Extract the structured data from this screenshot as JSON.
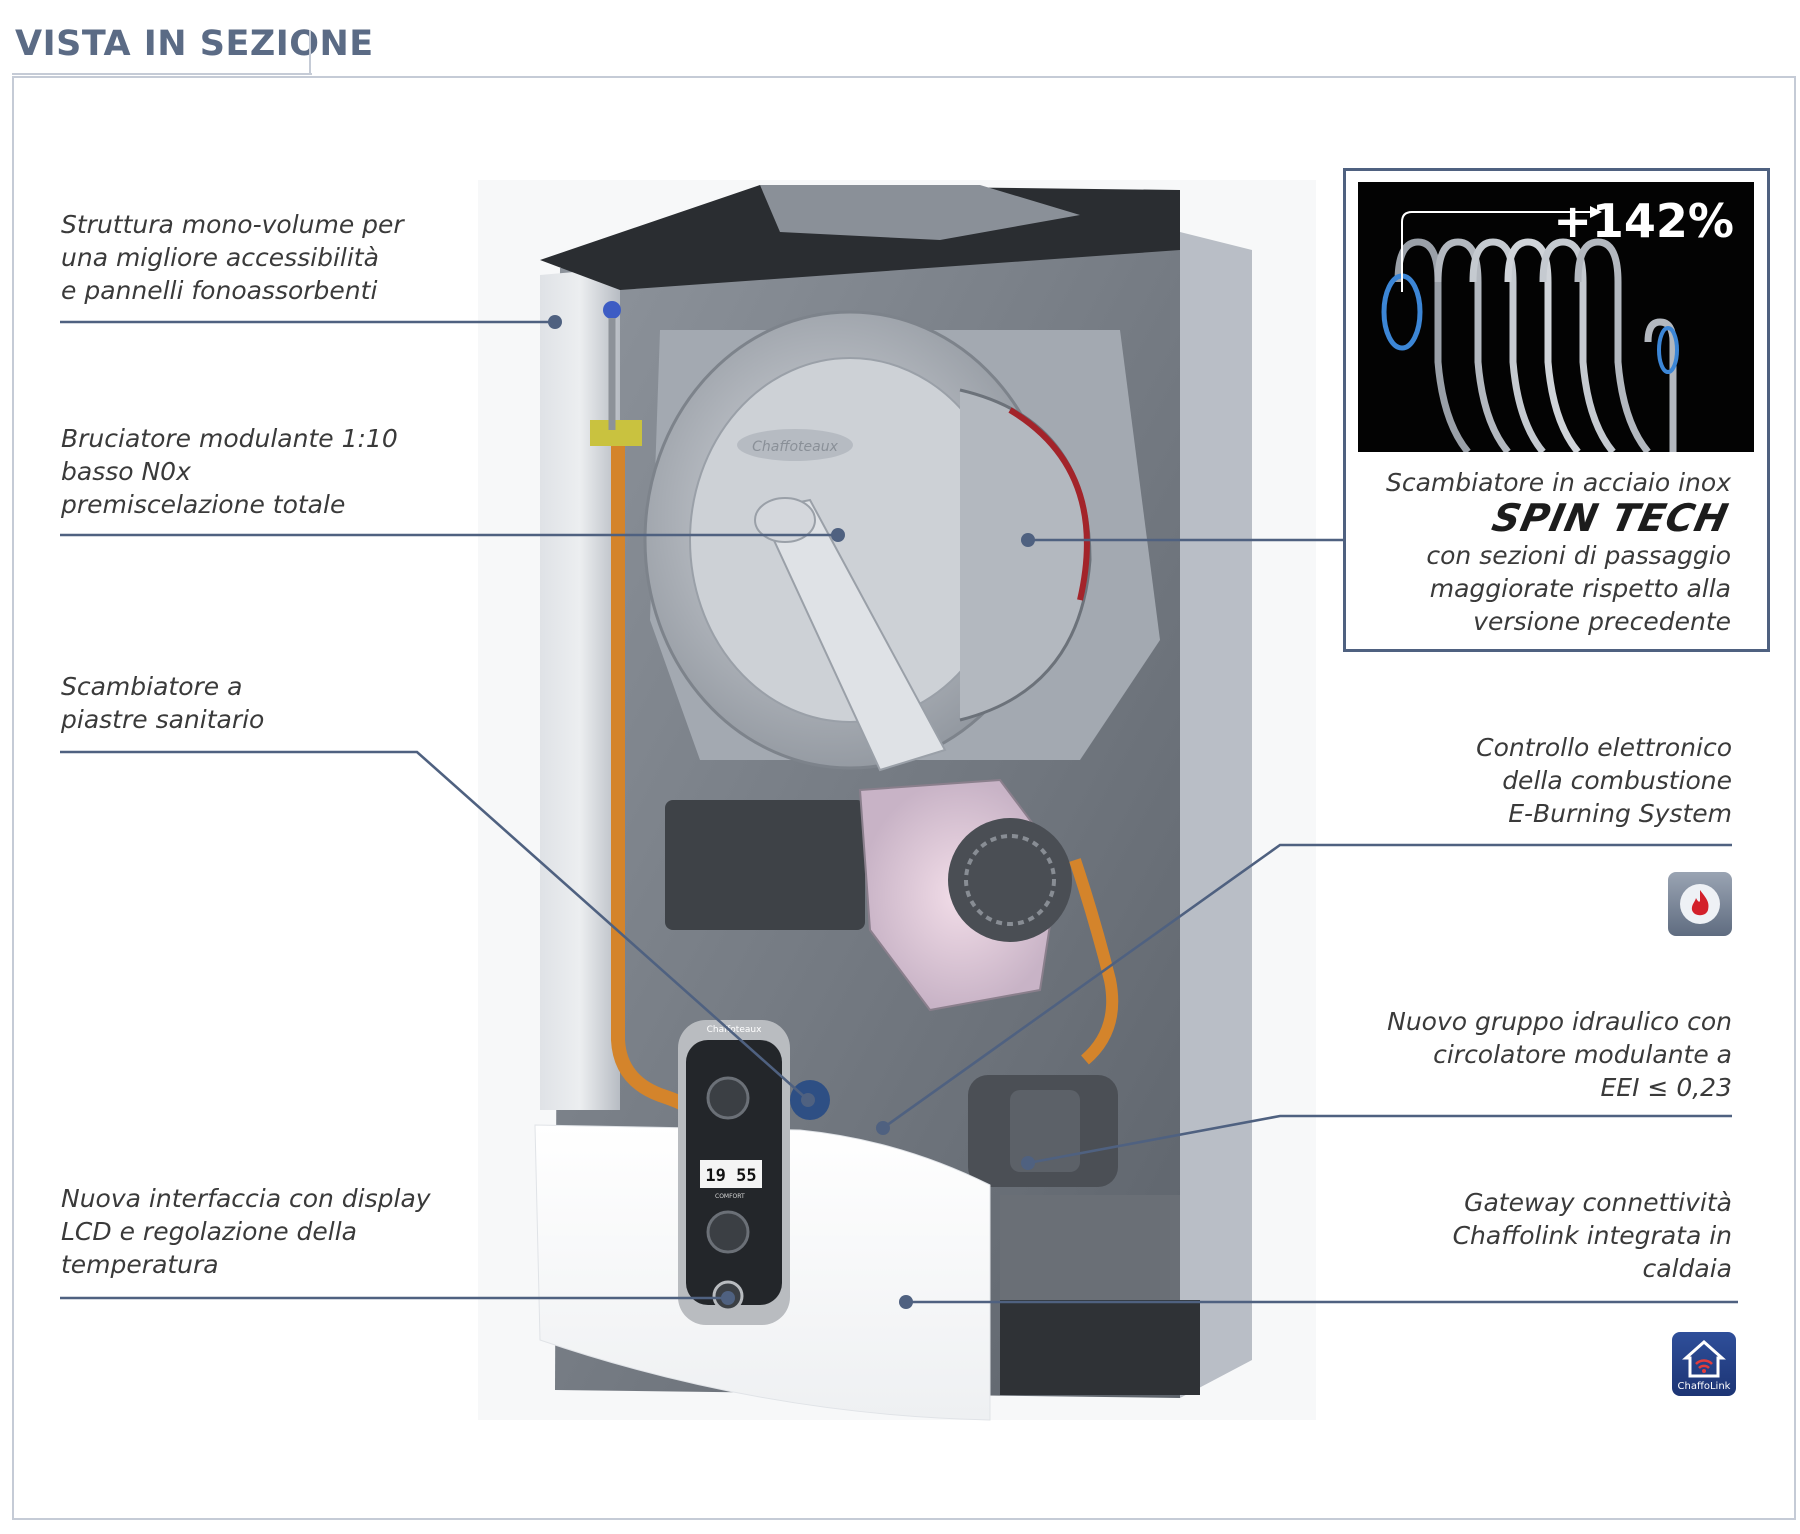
{
  "title": "VISTA IN SEZIONE",
  "callouts": {
    "struttura": [
      "Struttura mono-volume per",
      "una migliore accessibilità",
      "e pannelli fonoassorbenti"
    ],
    "bruciatore": [
      "Bruciatore modulante 1:10",
      "basso N0x",
      "premiscelazione totale"
    ],
    "scambiatore_piastre": [
      "Scambiatore a",
      "piastre sanitario"
    ],
    "interfaccia": [
      "Nuova interfaccia con display",
      "LCD e regolazione della",
      "temperatura"
    ],
    "scambiatore_inox": [
      "Scambiatore in acciaio inox"
    ],
    "scambiatore_inox_after": [
      "con sezioni di passaggio",
      "maggiorate rispetto alla",
      "versione precedente"
    ],
    "controllo": [
      "Controllo elettronico",
      "della combustione",
      "E-Burning System"
    ],
    "gruppo_idraulico": [
      "Nuovo gruppo idraulico con",
      "circolatore modulante a",
      "EEI ≤ 0,23"
    ],
    "gateway": [
      "Gateway connettività",
      "Chaffolink integrata in",
      "caldaia"
    ]
  },
  "inset": {
    "percent": "+142%",
    "brand": "SPIN TECH"
  },
  "boiler": {
    "logo": "Chaffoteaux",
    "display_value": "19 55",
    "display_mode": "COMFORT"
  },
  "badges": {
    "chaffolink_label": "ChaffoLink"
  },
  "colors": {
    "accent": "#4f6180",
    "title": "#5b6b85",
    "frame": "#c5cbd6",
    "pipe": "#d4842b"
  }
}
